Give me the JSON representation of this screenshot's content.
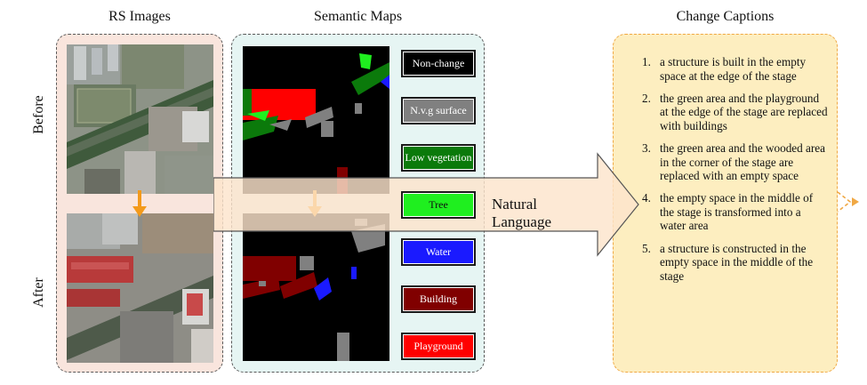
{
  "headers": {
    "rs": "RS Images",
    "semantic": "Semantic Maps",
    "captions": "Change Captions"
  },
  "side_labels": {
    "before": "Before",
    "after": "After"
  },
  "arrow_label": "Natural Language",
  "legend": [
    {
      "label": "Non-change",
      "color": "#000000",
      "text_color": "#ffffff"
    },
    {
      "label": "N.v.g surface",
      "color": "#808080",
      "text_color": "#ffffff"
    },
    {
      "label": "Low vegetation",
      "color": "#0b7a0b",
      "text_color": "#ffffff"
    },
    {
      "label": "Tree",
      "color": "#1fef1f",
      "text_color": "#111111"
    },
    {
      "label": "Water",
      "color": "#1a1aff",
      "text_color": "#ffffff"
    },
    {
      "label": "Building",
      "color": "#800000",
      "text_color": "#ffffff"
    },
    {
      "label": "Playground",
      "color": "#ff0000",
      "text_color": "#ffffff"
    }
  ],
  "captions": [
    {
      "num": "1.",
      "text": "a structure is built in the empty space at the edge of the stage"
    },
    {
      "num": "2.",
      "text": "the green area and the playground at the edge of the stage are replaced with buildings"
    },
    {
      "num": "3.",
      "text": "the green area and the wooded area in the corner of the stage are replaced with an empty space"
    },
    {
      "num": "4.",
      "text": "the empty space in the middle of the stage is transformed into a water area"
    },
    {
      "num": "5.",
      "text": "a structure is constructed in the empty space in the middle of the stage"
    }
  ],
  "colors": {
    "rs_panel": "#f9e5dd",
    "semantic_panel": "#e6f5f3",
    "caption_panel": "#fdeec0",
    "arrow_fill": "#fde4cc",
    "down_arrow": "#f39a1b",
    "caption_border": "#f0a844"
  }
}
